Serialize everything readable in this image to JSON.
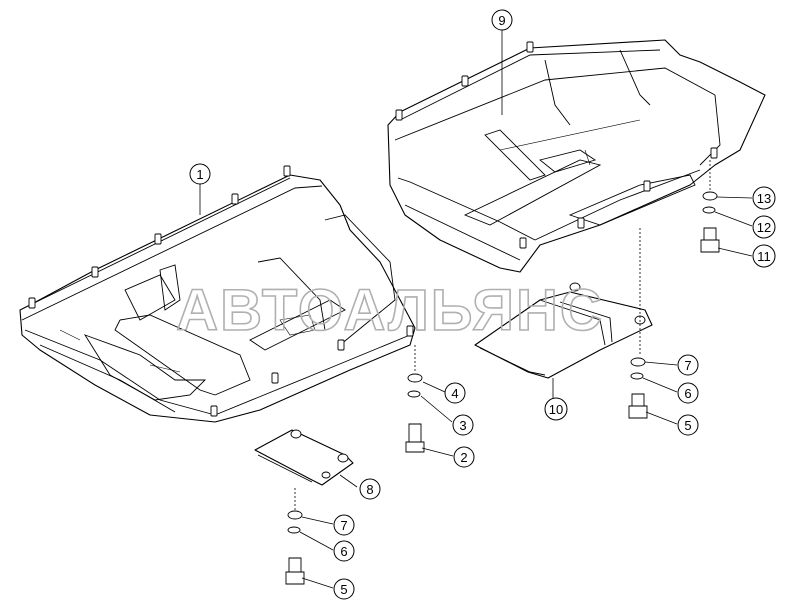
{
  "watermark": {
    "text": "АВТОАЛЬЯНС"
  },
  "callouts": [
    {
      "id": "c1",
      "label": "1"
    },
    {
      "id": "c2",
      "label": "2"
    },
    {
      "id": "c3",
      "label": "3"
    },
    {
      "id": "c4",
      "label": "4"
    },
    {
      "id": "c5a",
      "label": "5"
    },
    {
      "id": "c5b",
      "label": "5"
    },
    {
      "id": "c6a",
      "label": "6"
    },
    {
      "id": "c6b",
      "label": "6"
    },
    {
      "id": "c7a",
      "label": "7"
    },
    {
      "id": "c7b",
      "label": "7"
    },
    {
      "id": "c8",
      "label": "8"
    },
    {
      "id": "c9",
      "label": "9"
    },
    {
      "id": "c10",
      "label": "10"
    },
    {
      "id": "c11",
      "label": "11"
    },
    {
      "id": "c12",
      "label": "12"
    },
    {
      "id": "c13",
      "label": "13"
    }
  ]
}
